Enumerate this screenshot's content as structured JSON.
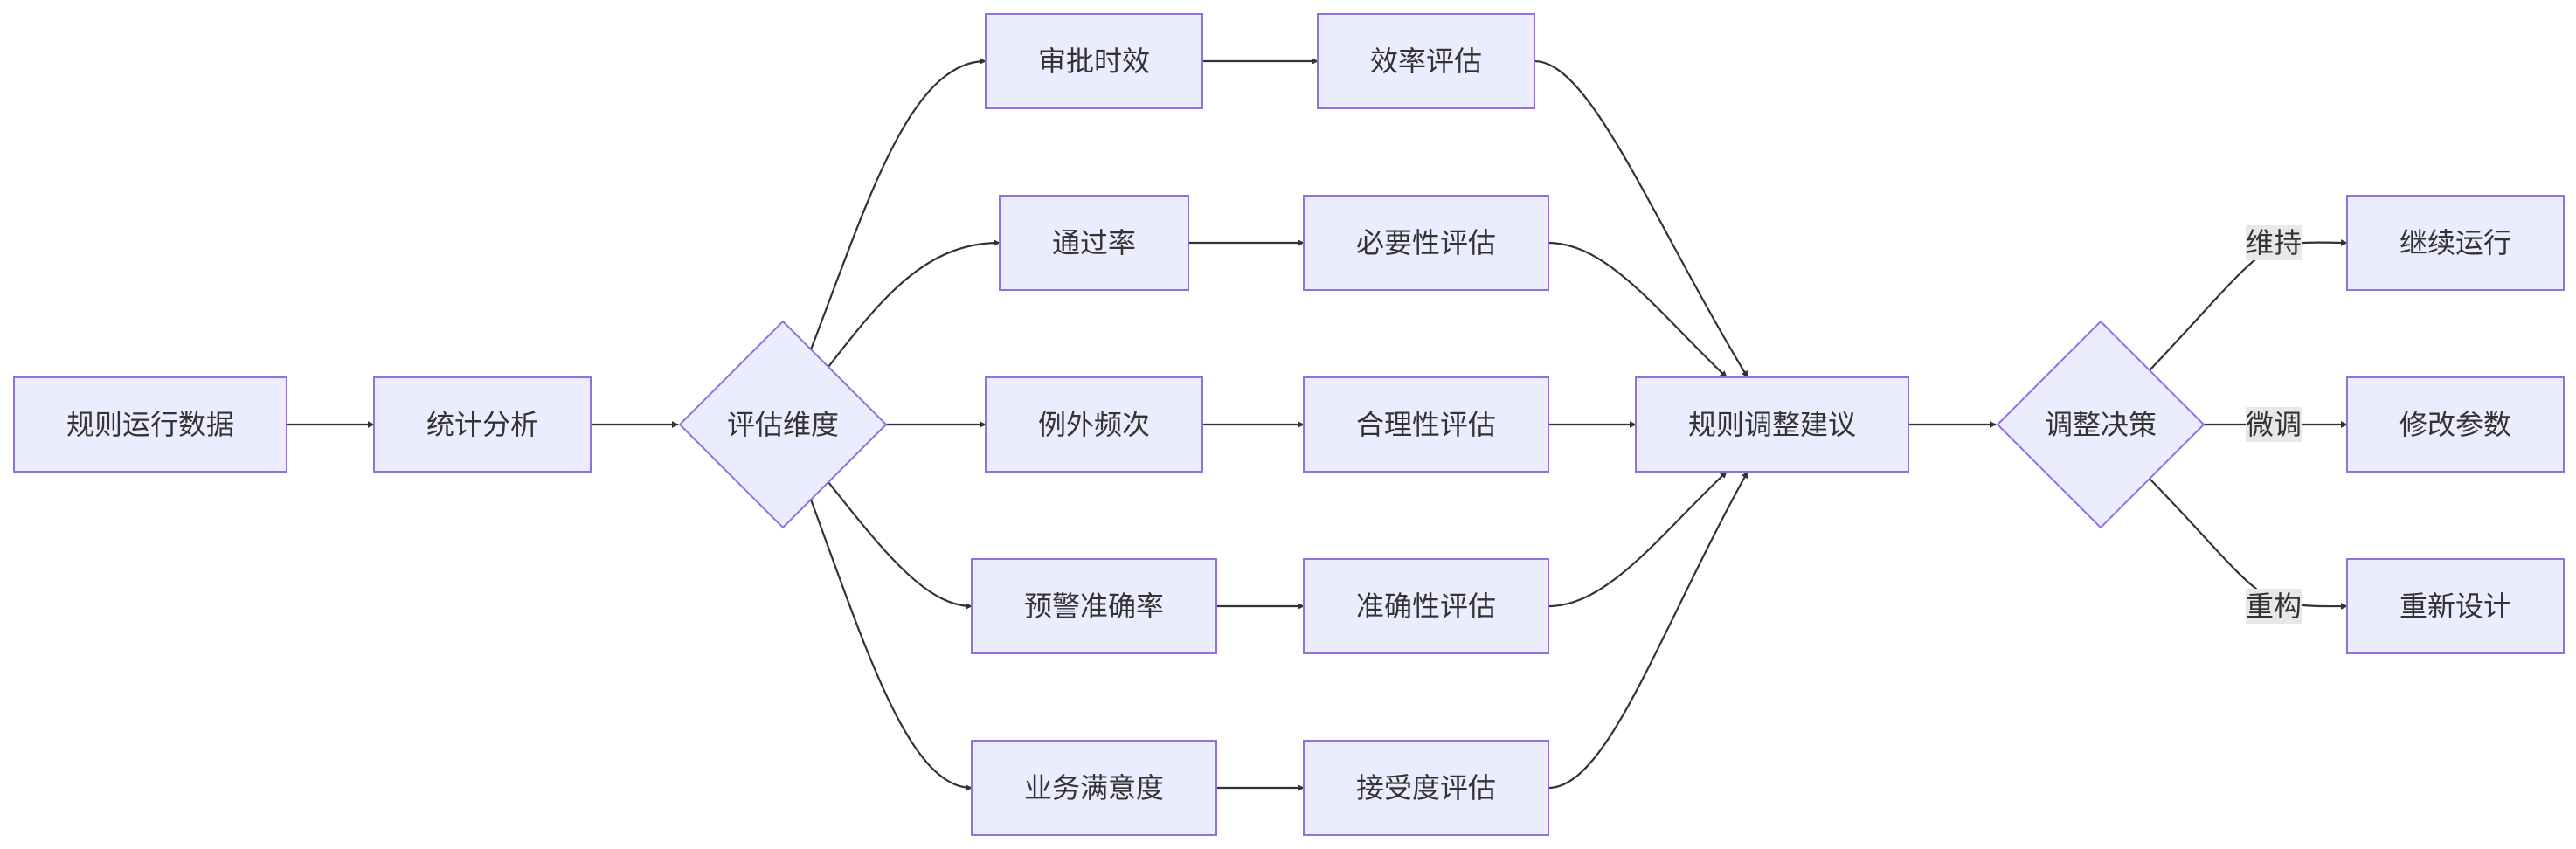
{
  "nodes": {
    "rule_data": "规则运行数据",
    "stat_analysis": "统计分析",
    "eval_dim": "评估维度",
    "approval_time": "审批时效",
    "pass_rate": "通过率",
    "exception_freq": "例外频次",
    "warning_accuracy": "预警准确率",
    "biz_satisfaction": "业务满意度",
    "efficiency_eval": "效率评估",
    "necessity_eval": "必要性评估",
    "rationality_eval": "合理性评估",
    "accuracy_eval": "准确性评估",
    "acceptance_eval": "接受度评估",
    "rule_adjust_suggest": "规则调整建议",
    "adjust_decision": "调整决策",
    "continue_run": "继续运行",
    "modify_params": "修改参数",
    "redesign": "重新设计"
  },
  "edge_labels": {
    "maintain": "维持",
    "fine_tune": "微调",
    "restructure": "重构"
  },
  "colors": {
    "node_fill": "#ECECFF",
    "node_stroke": "#9370DB",
    "edge": "#333333",
    "label_bg": "#e8e8e8",
    "text": "#333333"
  }
}
